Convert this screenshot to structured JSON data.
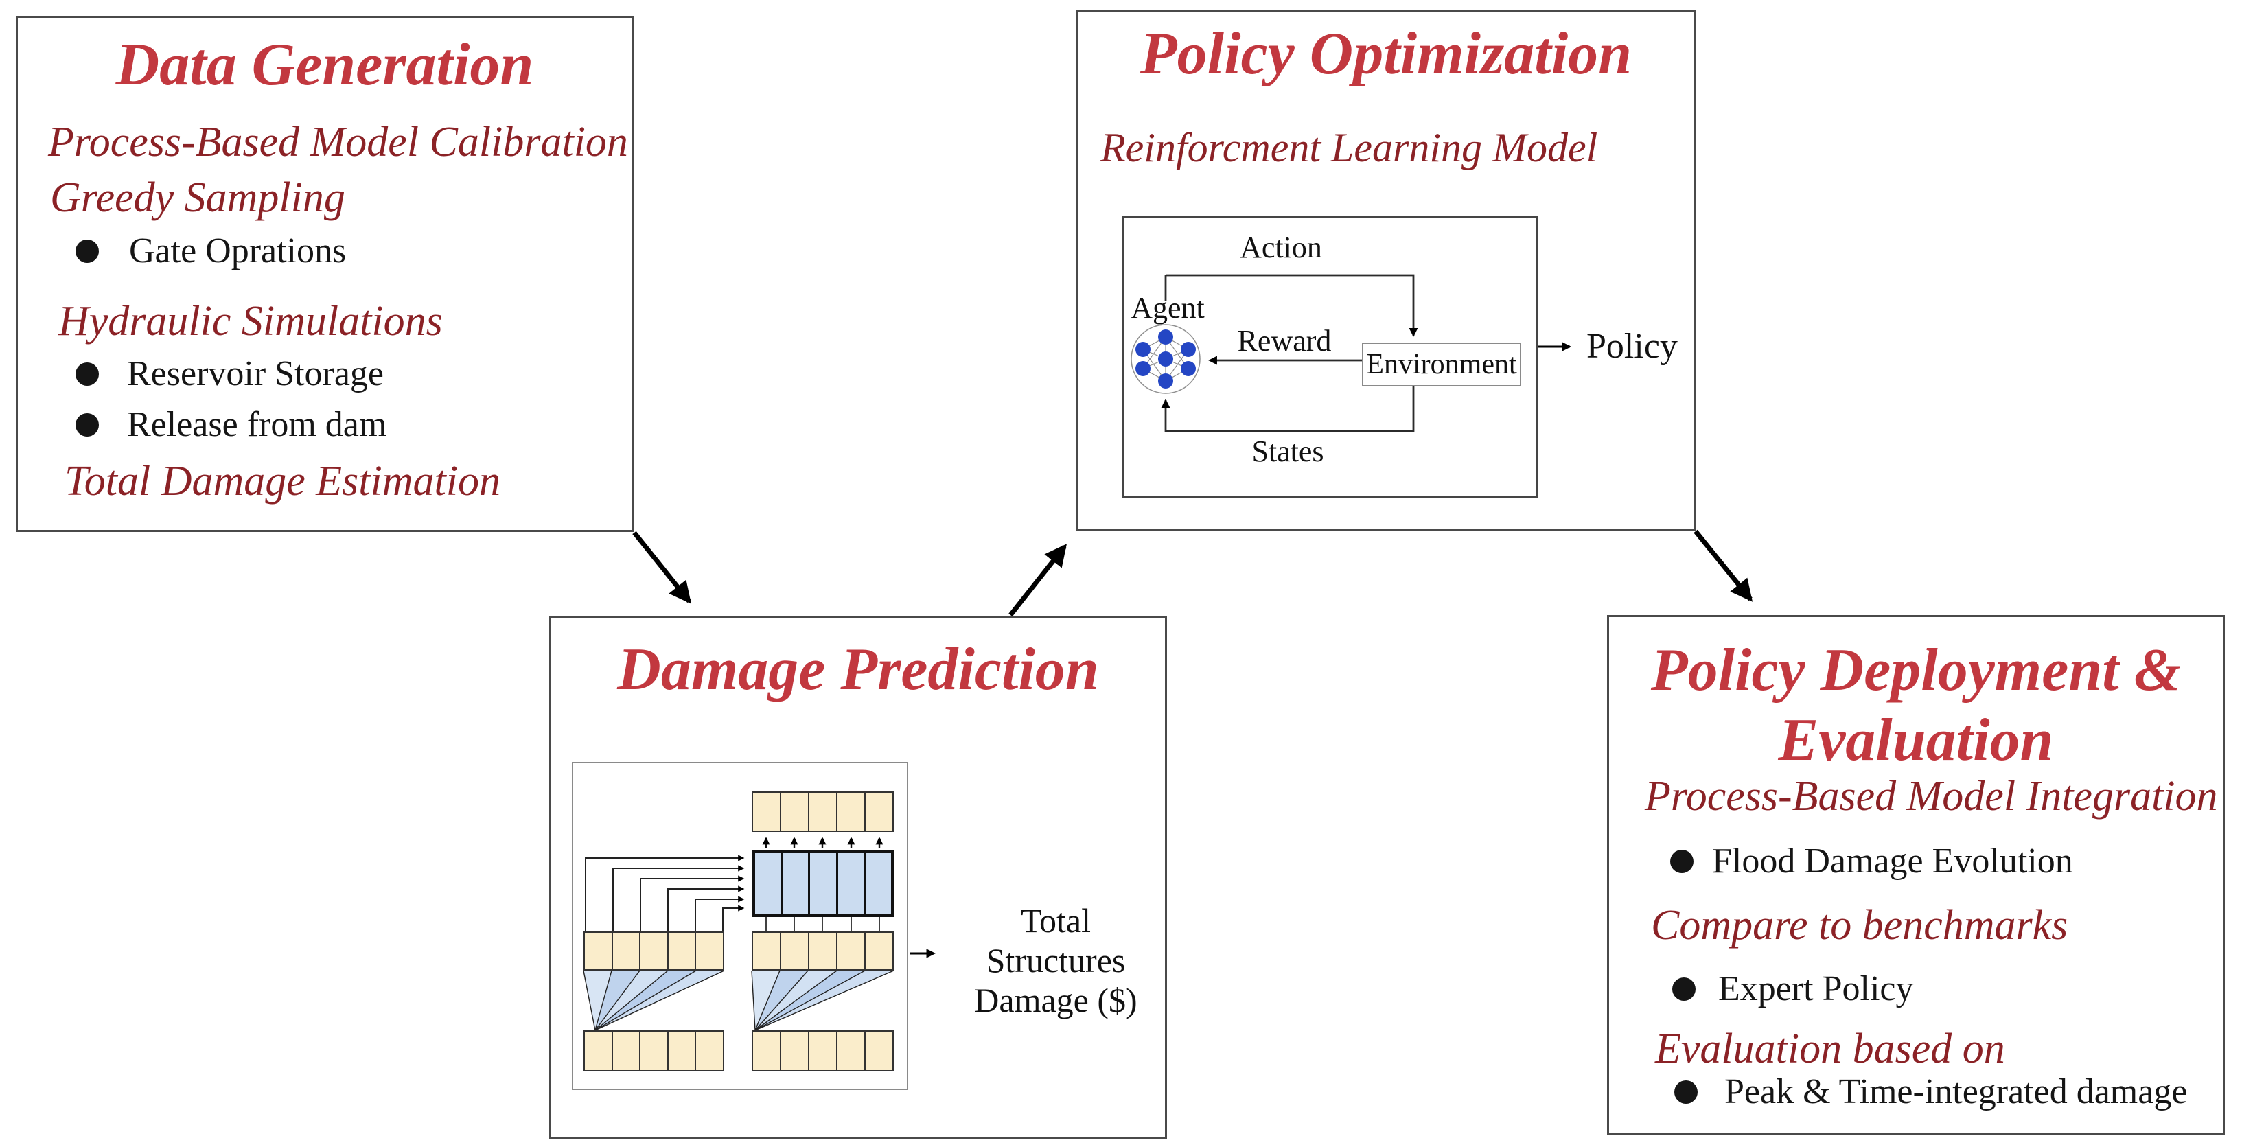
{
  "colors": {
    "title_red": "#C2383F",
    "header_maroon": "#8B2226",
    "text_black": "#151515",
    "cell_tan": "#FAEDCB",
    "cell_blue": "#CBDCF0",
    "node_blue": "#2446C4",
    "fan_blue": "#7FA8DC",
    "arrow_black": "#000000"
  },
  "data_generation": {
    "title": "Data Generation",
    "items": [
      {
        "style": "header",
        "text": "Process-Based Model Calibration"
      },
      {
        "style": "header",
        "text": "Greedy Sampling"
      },
      {
        "style": "bullet",
        "text": "Gate Oprations"
      },
      {
        "style": "header",
        "text": "Hydraulic Simulations"
      },
      {
        "style": "bullet",
        "text": "Reservoir Storage"
      },
      {
        "style": "bullet",
        "text": "Release from dam"
      },
      {
        "style": "header",
        "text": "Total Damage Estimation"
      }
    ]
  },
  "policy_optimization": {
    "title": "Policy Optimization",
    "subtitle": "Reinforcment Learning Model",
    "rl_diagram": {
      "action_label": "Action",
      "agent_label": "Agent",
      "reward_label": "Reward",
      "environment_label": "Environment",
      "states_label": "States",
      "policy_label": "Policy"
    }
  },
  "damage_prediction": {
    "title": "Damage Prediction",
    "output_label_line1": "Total Structures",
    "output_label_line2": "Damage ($)"
  },
  "policy_deployment": {
    "title_line1": "Policy Deployment &",
    "title_line2": "Evaluation",
    "items": [
      {
        "style": "header",
        "text": "Process-Based Model Integration"
      },
      {
        "style": "bullet",
        "text": "Flood Damage Evolution"
      },
      {
        "style": "header",
        "text": "Compare to benchmarks"
      },
      {
        "style": "bullet",
        "text": "Expert Policy"
      },
      {
        "style": "header",
        "text": "Evaluation based on"
      },
      {
        "style": "bullet",
        "text": "Peak & Time-integrated damage"
      }
    ]
  }
}
